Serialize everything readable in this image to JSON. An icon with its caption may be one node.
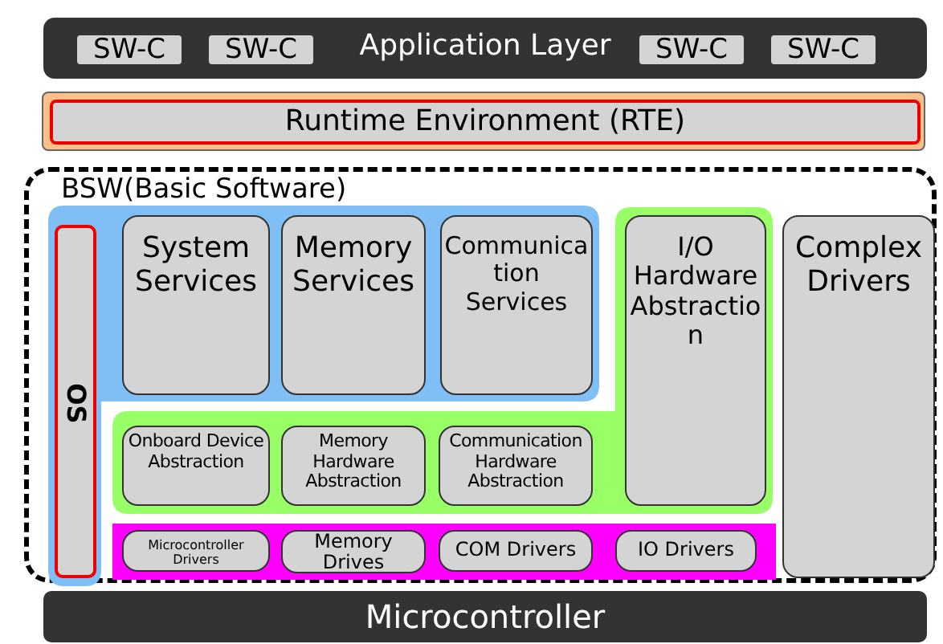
{
  "diagram": {
    "nodes": [
      {
        "text": [
          "Application Layer"
        ]
      },
      {
        "text": [
          "SW-C"
        ],
        "in": 0
      },
      {
        "text": [
          "SW-C"
        ],
        "in": 0
      },
      {
        "text": [
          "SW-C"
        ],
        "in": 0
      },
      {
        "text": [
          "SW-C"
        ],
        "in": 0
      },
      {
        "text": [
          "Runtime Environment (RTE)"
        ]
      },
      {
        "text": [
          "BSW(Basic Software)"
        ]
      },
      {
        "text": [],
        "shape": "box",
        "in": 6
      },
      {
        "text": [
          "OS"
        ],
        "in": 7
      },
      {
        "text": [
          "System Services"
        ],
        "in": 7
      },
      {
        "text": [
          "Memory Services"
        ],
        "in": 7
      },
      {
        "text": [
          "Communication Services"
        ],
        "in": 7
      },
      {
        "text": [],
        "shape": "box",
        "in": 6
      },
      {
        "text": [
          "I/O Hardware Abstraction"
        ],
        "in": 12
      },
      {
        "text": [
          "Complex Drivers"
        ],
        "in": 6
      },
      {
        "text": [
          "Onboard Device Abstraction"
        ],
        "in": 12
      },
      {
        "text": [
          "Memory Hardware Abstraction"
        ],
        "in": 12
      },
      {
        "text": [
          "Communication Hardware Abstraction"
        ],
        "in": 12
      },
      {
        "text": [],
        "shape": "box",
        "in": 6
      },
      {
        "text": [
          "Microcontroller Drivers"
        ],
        "in": 18
      },
      {
        "text": [
          "Memory Drives"
        ],
        "in": 18
      },
      {
        "text": [
          "COM Drivers"
        ],
        "in": 18
      },
      {
        "text": [
          "IO Drivers"
        ],
        "in": 18
      },
      {
        "text": [
          "Microcontroller"
        ]
      }
    ]
  }
}
